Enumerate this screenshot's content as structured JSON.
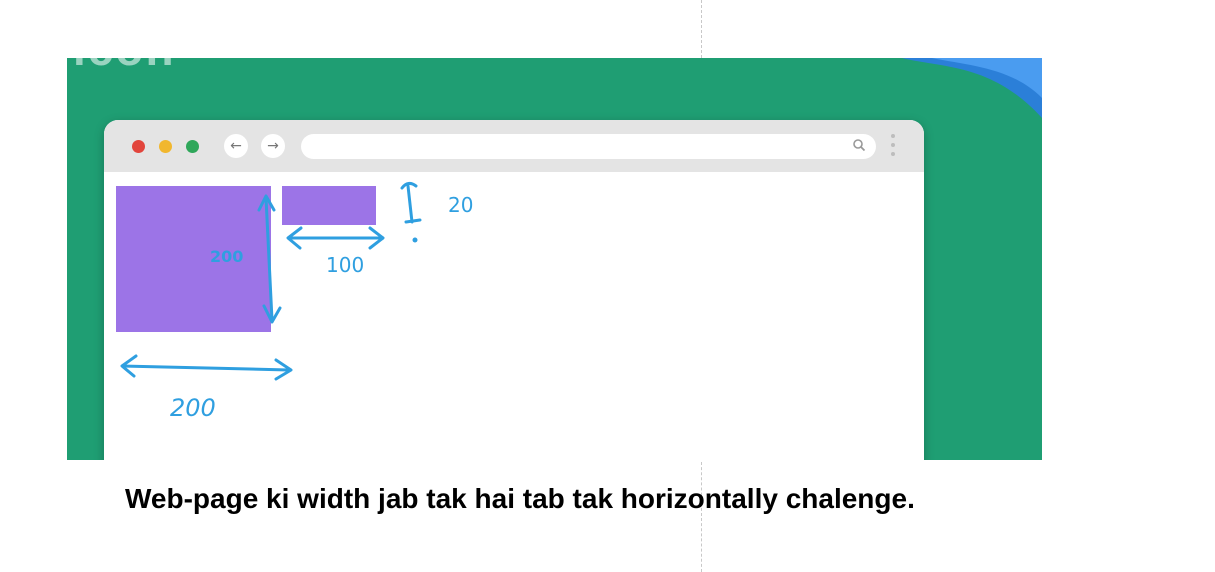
{
  "slide": {
    "background_color": "#1f9e73",
    "top_text_fragment": "icon"
  },
  "browser": {
    "nav_back_icon": "←",
    "nav_forward_icon": "→",
    "window_dot_colors": [
      "#e2453c",
      "#f1b72e",
      "#2fa75a"
    ]
  },
  "drawing": {
    "box_color": "#9c74e7",
    "annotation_color": "#2f9fe0",
    "labels": {
      "big_box_height": "200",
      "big_box_width": "200",
      "small_box_width": "100",
      "small_box_height": "20"
    }
  },
  "caption": "Web-page ki width jab tak hai tab tak horizontally chalenge."
}
